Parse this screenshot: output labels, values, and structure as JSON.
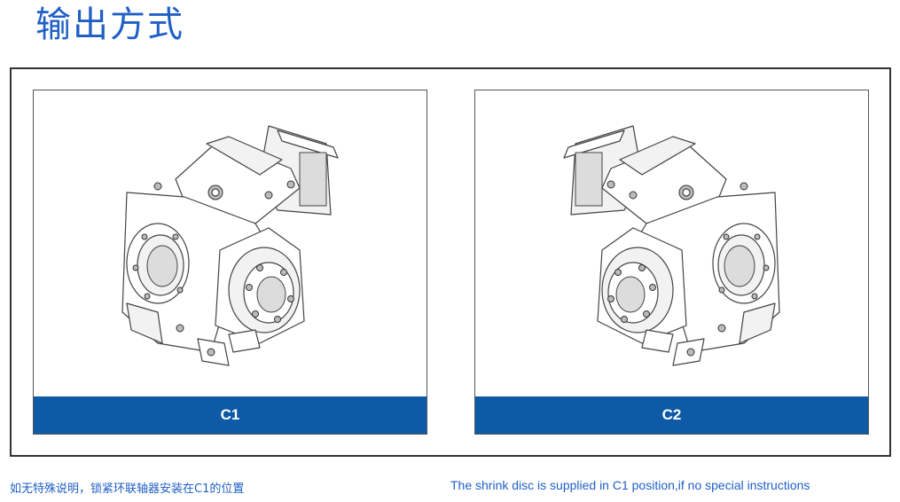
{
  "page": {
    "title": "输出方式",
    "note_cn": "如无特殊说明，锁紧环联轴器安装在C1的位置",
    "note_en": "The shrink disc  is supplied in C1 position,if no special instructions"
  },
  "panels": [
    {
      "label": "C1"
    },
    {
      "label": "C2"
    }
  ],
  "colors": {
    "accent": "#1f5fc6",
    "bar": "#0d5aa7"
  }
}
